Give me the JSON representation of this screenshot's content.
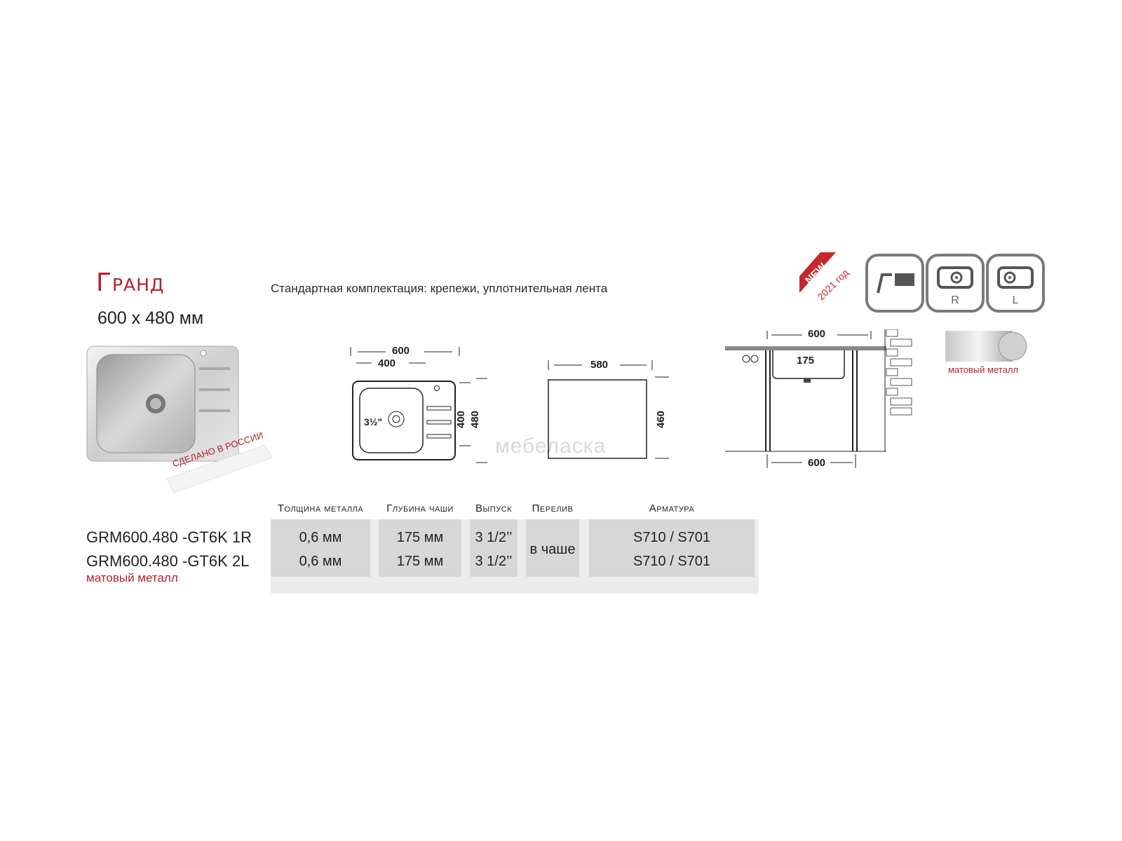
{
  "product": {
    "title": "Гранд",
    "size": "600 x 480 мм",
    "standard_kit": "Стандартная комплектация: крепежи, уплотнительная лента",
    "made_in": "СДЕЛАНО В РОССИИ",
    "badge_new": "NEW",
    "badge_year": "2021 год",
    "finish_swatch_label": "матовый металл",
    "watermark": "мебеласка"
  },
  "icons": {
    "right_label": "R",
    "left_label": "L"
  },
  "drawings": {
    "top_width": "600",
    "bowl_width": "400",
    "drain_size": "3½\"",
    "bowl_height": "400",
    "overall_height": "480",
    "cutout_width": "580",
    "cutout_height": "460",
    "section_top_width": "600",
    "section_depth": "175",
    "section_bottom_width": "600"
  },
  "table": {
    "headers": {
      "thickness": "Толщина металла",
      "depth": "Глубина чаши",
      "outlet": "Выпуск",
      "overflow": "Перелив",
      "fittings": "Арматура"
    },
    "rows": [
      {
        "model": "GRM600.480 -GT6K 1R",
        "thickness": "0,6 мм",
        "depth": "175 мм",
        "outlet": "3 1/2’’",
        "fittings": "S710 / S701"
      },
      {
        "model": "GRM600.480 -GT6K 2L",
        "thickness": "0,6 мм",
        "depth": "175 мм",
        "outlet": "3 1/2’’",
        "fittings": "S710 / S701"
      }
    ],
    "overflow_value": "в чаше",
    "finish": "матовый металл"
  }
}
